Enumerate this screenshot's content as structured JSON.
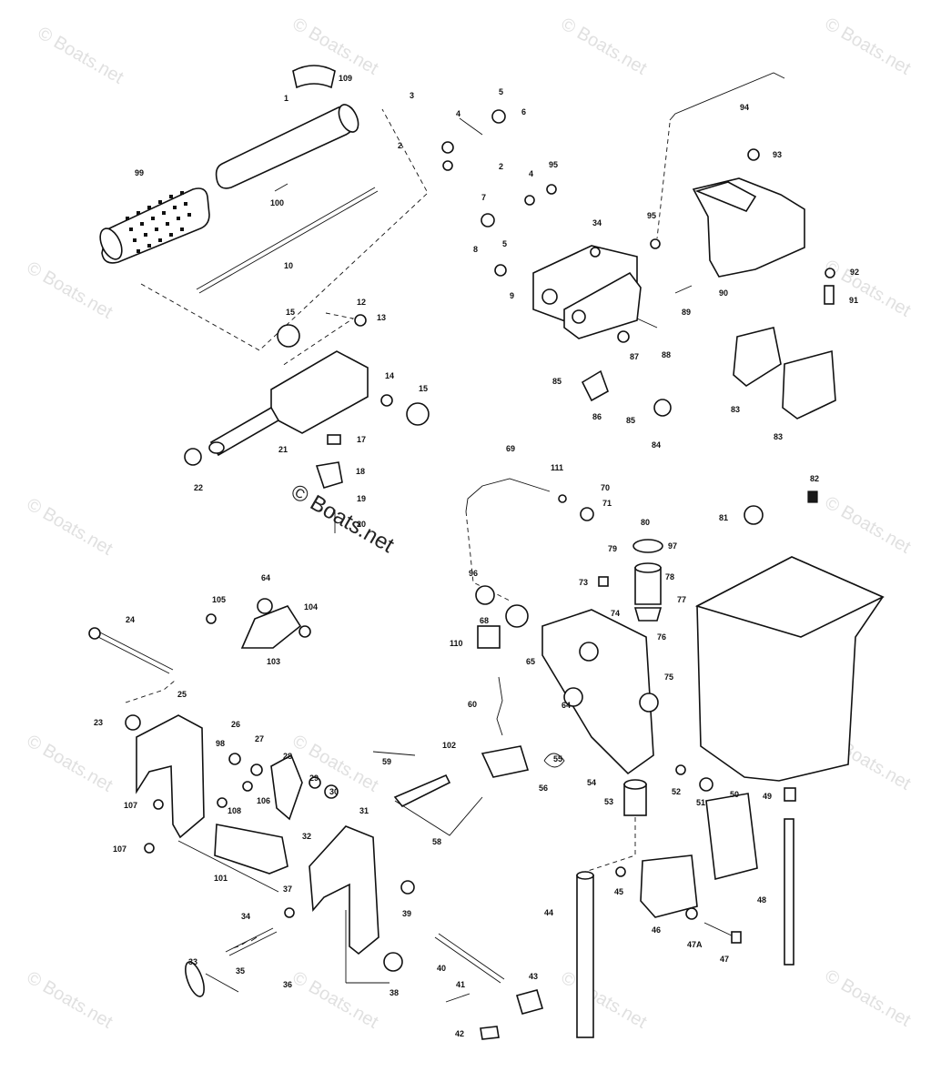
{
  "watermark_text": "© Boats.net",
  "center_watermark_text": "© Boats.net",
  "callouts": [
    {
      "id": "109",
      "text": "109"
    },
    {
      "id": "1",
      "text": "1"
    },
    {
      "id": "99",
      "text": "99"
    },
    {
      "id": "100",
      "text": "100"
    },
    {
      "id": "10",
      "text": "10"
    },
    {
      "id": "3",
      "text": "3"
    },
    {
      "id": "2",
      "text": "2"
    },
    {
      "id": "4a",
      "text": "4"
    },
    {
      "id": "5a",
      "text": "5"
    },
    {
      "id": "6",
      "text": "6"
    },
    {
      "id": "94",
      "text": "94"
    },
    {
      "id": "93",
      "text": "93"
    },
    {
      "id": "2b",
      "text": "2"
    },
    {
      "id": "4b",
      "text": "4"
    },
    {
      "id": "95",
      "text": "95"
    },
    {
      "id": "7",
      "text": "7"
    },
    {
      "id": "5b",
      "text": "5"
    },
    {
      "id": "34a",
      "text": "34"
    },
    {
      "id": "8",
      "text": "8"
    },
    {
      "id": "9",
      "text": "9"
    },
    {
      "id": "95b",
      "text": "95"
    },
    {
      "id": "92",
      "text": "92"
    },
    {
      "id": "90",
      "text": "90"
    },
    {
      "id": "91",
      "text": "91"
    },
    {
      "id": "89",
      "text": "89"
    },
    {
      "id": "88",
      "text": "88"
    },
    {
      "id": "87",
      "text": "87"
    },
    {
      "id": "15a",
      "text": "15"
    },
    {
      "id": "12",
      "text": "12"
    },
    {
      "id": "13",
      "text": "13"
    },
    {
      "id": "14",
      "text": "14"
    },
    {
      "id": "15b",
      "text": "15"
    },
    {
      "id": "21",
      "text": "21"
    },
    {
      "id": "22",
      "text": "22"
    },
    {
      "id": "17",
      "text": "17"
    },
    {
      "id": "18",
      "text": "18"
    },
    {
      "id": "19",
      "text": "19"
    },
    {
      "id": "20",
      "text": "20"
    },
    {
      "id": "85a",
      "text": "85"
    },
    {
      "id": "86",
      "text": "86"
    },
    {
      "id": "85b",
      "text": "85"
    },
    {
      "id": "84",
      "text": "84"
    },
    {
      "id": "83a",
      "text": "83"
    },
    {
      "id": "83b",
      "text": "83"
    },
    {
      "id": "69",
      "text": "69"
    },
    {
      "id": "111",
      "text": "111"
    },
    {
      "id": "70",
      "text": "70"
    },
    {
      "id": "71",
      "text": "71"
    },
    {
      "id": "80",
      "text": "80"
    },
    {
      "id": "79",
      "text": "79"
    },
    {
      "id": "97",
      "text": "97"
    },
    {
      "id": "82",
      "text": "82"
    },
    {
      "id": "81",
      "text": "81"
    },
    {
      "id": "73",
      "text": "73"
    },
    {
      "id": "78",
      "text": "78"
    },
    {
      "id": "77",
      "text": "77"
    },
    {
      "id": "74",
      "text": "74"
    },
    {
      "id": "76",
      "text": "76"
    },
    {
      "id": "96",
      "text": "96"
    },
    {
      "id": "68",
      "text": "68"
    },
    {
      "id": "64a",
      "text": "64"
    },
    {
      "id": "105",
      "text": "105"
    },
    {
      "id": "104",
      "text": "104"
    },
    {
      "id": "103",
      "text": "103"
    },
    {
      "id": "110",
      "text": "110"
    },
    {
      "id": "65",
      "text": "65"
    },
    {
      "id": "75",
      "text": "75"
    },
    {
      "id": "60",
      "text": "60"
    },
    {
      "id": "64b",
      "text": "64"
    },
    {
      "id": "24",
      "text": "24"
    },
    {
      "id": "23",
      "text": "23"
    },
    {
      "id": "25",
      "text": "25"
    },
    {
      "id": "26",
      "text": "26"
    },
    {
      "id": "98",
      "text": "98"
    },
    {
      "id": "27",
      "text": "27"
    },
    {
      "id": "28",
      "text": "28"
    },
    {
      "id": "59",
      "text": "59"
    },
    {
      "id": "102",
      "text": "102"
    },
    {
      "id": "55",
      "text": "55"
    },
    {
      "id": "29",
      "text": "29"
    },
    {
      "id": "30",
      "text": "30"
    },
    {
      "id": "106",
      "text": "106"
    },
    {
      "id": "108",
      "text": "108"
    },
    {
      "id": "107a",
      "text": "107"
    },
    {
      "id": "107b",
      "text": "107"
    },
    {
      "id": "32",
      "text": "32"
    },
    {
      "id": "31",
      "text": "31"
    },
    {
      "id": "56",
      "text": "56"
    },
    {
      "id": "54",
      "text": "54"
    },
    {
      "id": "52",
      "text": "52"
    },
    {
      "id": "51",
      "text": "51"
    },
    {
      "id": "50",
      "text": "50"
    },
    {
      "id": "49",
      "text": "49"
    },
    {
      "id": "53",
      "text": "53"
    },
    {
      "id": "58",
      "text": "58"
    },
    {
      "id": "101",
      "text": "101"
    },
    {
      "id": "37",
      "text": "37"
    },
    {
      "id": "39",
      "text": "39"
    },
    {
      "id": "45",
      "text": "45"
    },
    {
      "id": "44",
      "text": "44"
    },
    {
      "id": "46",
      "text": "46"
    },
    {
      "id": "47A",
      "text": "47A"
    },
    {
      "id": "47",
      "text": "47"
    },
    {
      "id": "48",
      "text": "48"
    },
    {
      "id": "34b",
      "text": "34"
    },
    {
      "id": "33a",
      "text": "33"
    },
    {
      "id": "35",
      "text": "35"
    },
    {
      "id": "36",
      "text": "36"
    },
    {
      "id": "38",
      "text": "38"
    },
    {
      "id": "40",
      "text": "40"
    },
    {
      "id": "41",
      "text": "41"
    },
    {
      "id": "43",
      "text": "43"
    },
    {
      "id": "42",
      "text": "42"
    }
  ]
}
